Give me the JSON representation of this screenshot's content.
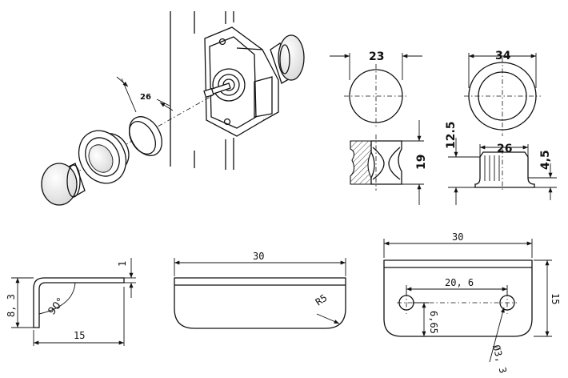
{
  "pictorial": {
    "gap_label": "26"
  },
  "knob_detail": {
    "diameter_label": "23",
    "height_label": "19"
  },
  "rosette_detail": {
    "outer_diameter_label": "34",
    "inner_diameter_label": "26",
    "height_label": "12.5",
    "collar_label": "4,5"
  },
  "angle_bracket": {
    "height_label": "8, 3",
    "thickness_label": "1",
    "angle_label": "90°",
    "length_label": "15"
  },
  "strike_plate_side": {
    "length_label": "30",
    "radius_label": "R5"
  },
  "strike_plate_front": {
    "length_label": "30",
    "hole_spacing_label": "20, 6",
    "hole_offset_label": "6,65",
    "height_label": "15",
    "hole_diameter_label": "Ø3, 3"
  }
}
